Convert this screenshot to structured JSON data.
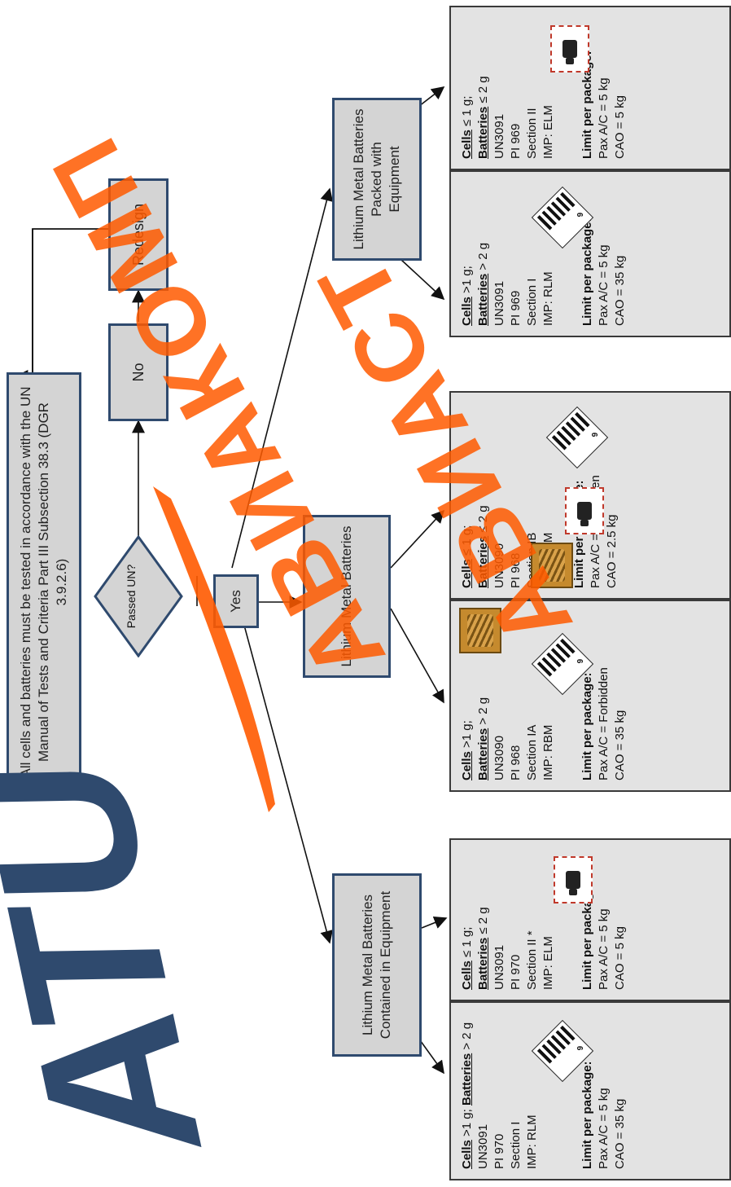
{
  "nodes": {
    "start": "All cells and batteries must be tested in accordance with the UN Manual of Tests and Criteria Part III Subsection 38.3 (DGR 3.9.2.6)",
    "decision": "Passed UN?",
    "no": "No",
    "redesign": "Redesign",
    "yes": "Yes",
    "branch_contained": "Lithium Metal Batteries Contained in Equipment",
    "branch_batteries": "Lithium Metal Batteries",
    "branch_packed": "Lithium Metal Batteries Packed with Equipment"
  },
  "cards": [
    {
      "cells": "Cells",
      "cells_rest": " >1 g; ",
      "batteries": "Batteries",
      "batteries_rest": " > 2 g",
      "un": "UN3091",
      "pi": "PI 970",
      "section": "Section I",
      "imp": "IMP: RLM",
      "limit_title": "Limit per package:",
      "pax": "Pax A/C = 5 kg",
      "cao": "CAO = 35 kg"
    },
    {
      "cells": "Cells",
      "cells_rest": " ≤ 1 g;",
      "batteries": "Batteries",
      "batteries_rest": " ≤ 2 g",
      "un": "UN3091",
      "pi": "PI 970",
      "section": "Section II *",
      "imp": "IMP: ELM",
      "limit_title": "Limit per package:",
      "pax": "Pax A/C = 5 kg",
      "cao": "CAO = 5 kg"
    },
    {
      "cells": "Cells",
      "cells_rest": " >1 g;",
      "batteries": "Batteries",
      "batteries_rest": " > 2 g",
      "un": "UN3090",
      "pi": "PI 968",
      "section": "Section IA",
      "imp": "IMP: RBM",
      "limit_title": "Limit per package:",
      "pax": "Pax A/C = Forbidden",
      "cao": "CAO = 35 kg"
    },
    {
      "cells": "Cells",
      "cells_rest": " ≤ 1 g;",
      "batteries": "Batteries",
      "batteries_rest": " ≤ 2 g",
      "un": "UN3090",
      "pi": "PI 968",
      "section": "Section IB",
      "imp": "IMP: RBM",
      "limit_title": "Limit per package:",
      "pax": "Pax A/C = Forbidden",
      "cao": "CAO = 2.5 kg"
    },
    {
      "cells": "Cells",
      "cells_rest": " >1 g;",
      "batteries": "Batteries",
      "batteries_rest": " > 2 g",
      "un": "UN3091",
      "pi": "PI 969",
      "section": "Section I",
      "imp": "IMP: RLM",
      "limit_title": "Limit per package:",
      "pax": "Pax A/C = 5 kg",
      "cao": "CAO = 35 kg"
    },
    {
      "cells": "Cells",
      "cells_rest": " ≤ 1 g;",
      "batteries": "Batteries",
      "batteries_rest": " ≤ 2 g",
      "un": "UN3091",
      "pi": "PI 969",
      "section": "Section II",
      "imp": "IMP: ELM",
      "limit_title": "Limit per package:",
      "pax": "Pax A/C = 5 kg",
      "cao": "CAO = 5 kg"
    }
  ],
  "watermark": {
    "line1": "АВИАКОМП",
    "line2": "АВИАСТ",
    "logo": "ATU"
  },
  "colors": {
    "box_border": "#2f4a6e",
    "box_fill": "#d4d4d4",
    "card_fill": "#e3e3e3",
    "watermark": "#ff5a00",
    "logo": "#2f4a6e"
  }
}
